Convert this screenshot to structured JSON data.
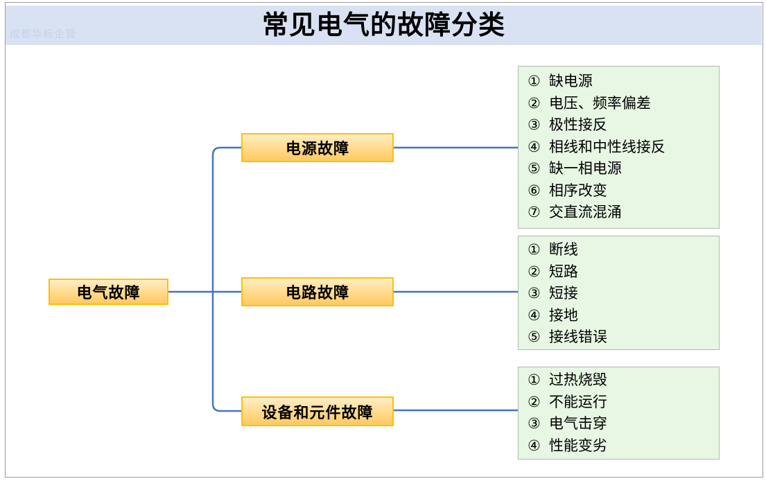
{
  "page": {
    "watermark": "成都华标企管",
    "title": "常见电气的故障分类"
  },
  "diagram": {
    "root": {
      "label": "电气故障"
    },
    "branches": [
      {
        "label": "电源故障",
        "items": [
          {
            "marker": "①",
            "text": "缺电源"
          },
          {
            "marker": "②",
            "text": "电压、频率偏差"
          },
          {
            "marker": "③",
            "text": "极性接反"
          },
          {
            "marker": "④",
            "text": "相线和中性线接反"
          },
          {
            "marker": "⑤",
            "text": "缺一相电源"
          },
          {
            "marker": "⑥",
            "text": "相序改变"
          },
          {
            "marker": "⑦",
            "text": "交直流混涌"
          }
        ]
      },
      {
        "label": "电路故障",
        "items": [
          {
            "marker": "①",
            "text": "断线"
          },
          {
            "marker": "②",
            "text": "短路"
          },
          {
            "marker": "③",
            "text": "短接"
          },
          {
            "marker": "④",
            "text": "接地"
          },
          {
            "marker": "⑤",
            "text": "接线错误"
          }
        ]
      },
      {
        "label": "设备和元件故障",
        "items": [
          {
            "marker": "①",
            "text": "过热烧毁"
          },
          {
            "marker": "②",
            "text": "不能运行"
          },
          {
            "marker": "③",
            "text": "电气击穿"
          },
          {
            "marker": "④",
            "text": "性能变劣"
          }
        ]
      }
    ],
    "colors": {
      "header_band": "#d9e2f3",
      "watermark_text": "#c2d2ec",
      "connector": "#4472c4",
      "node_border": "#ffc000",
      "node_fill_top": "#ffeec6",
      "node_fill_bottom": "#ffc862",
      "list_fill": "#e7f7e3",
      "list_border": "#a9bdaa"
    }
  }
}
